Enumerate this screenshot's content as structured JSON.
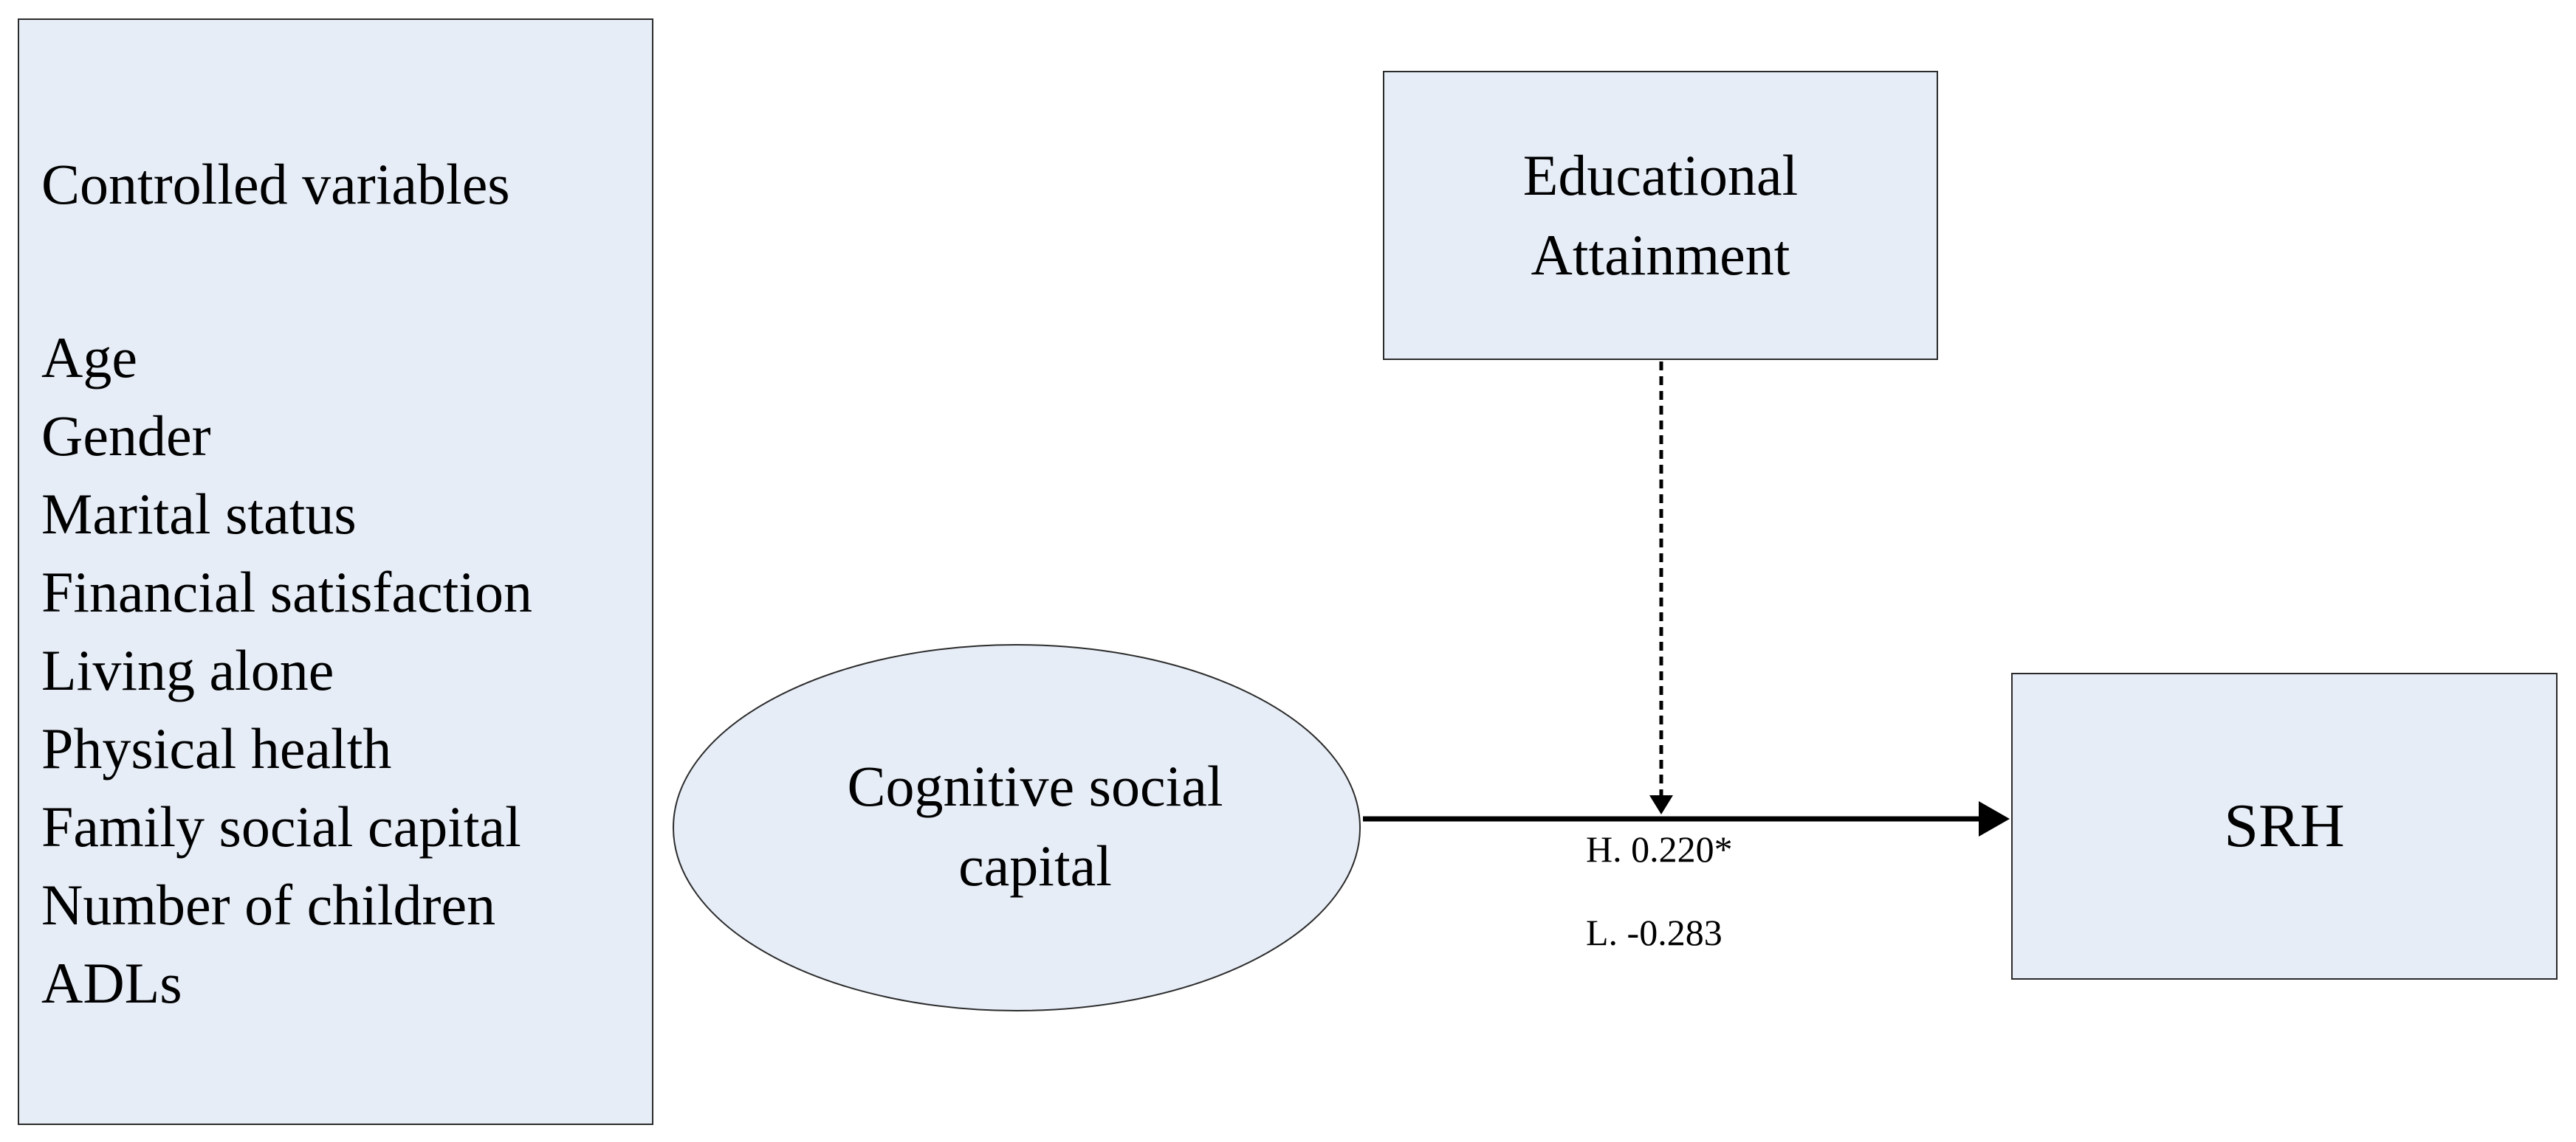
{
  "controlled_variables": {
    "title": "Controlled variables",
    "items": [
      "Age",
      "Gender",
      "Marital status",
      "Financial satisfaction",
      "Living alone",
      "Physical health",
      "Family social capital",
      "Number of children",
      "ADLs"
    ]
  },
  "moderator": {
    "label": "Educational Attainment"
  },
  "predictor": {
    "label": "Cognitive social capital"
  },
  "outcome": {
    "label": "SRH"
  },
  "path": {
    "high_label": "H. 0.220*",
    "low_label": "L. -0.283"
  },
  "colors": {
    "node_fill": "#e6edf7",
    "node_border": "#2b2b2b",
    "arrow": "#000000"
  }
}
